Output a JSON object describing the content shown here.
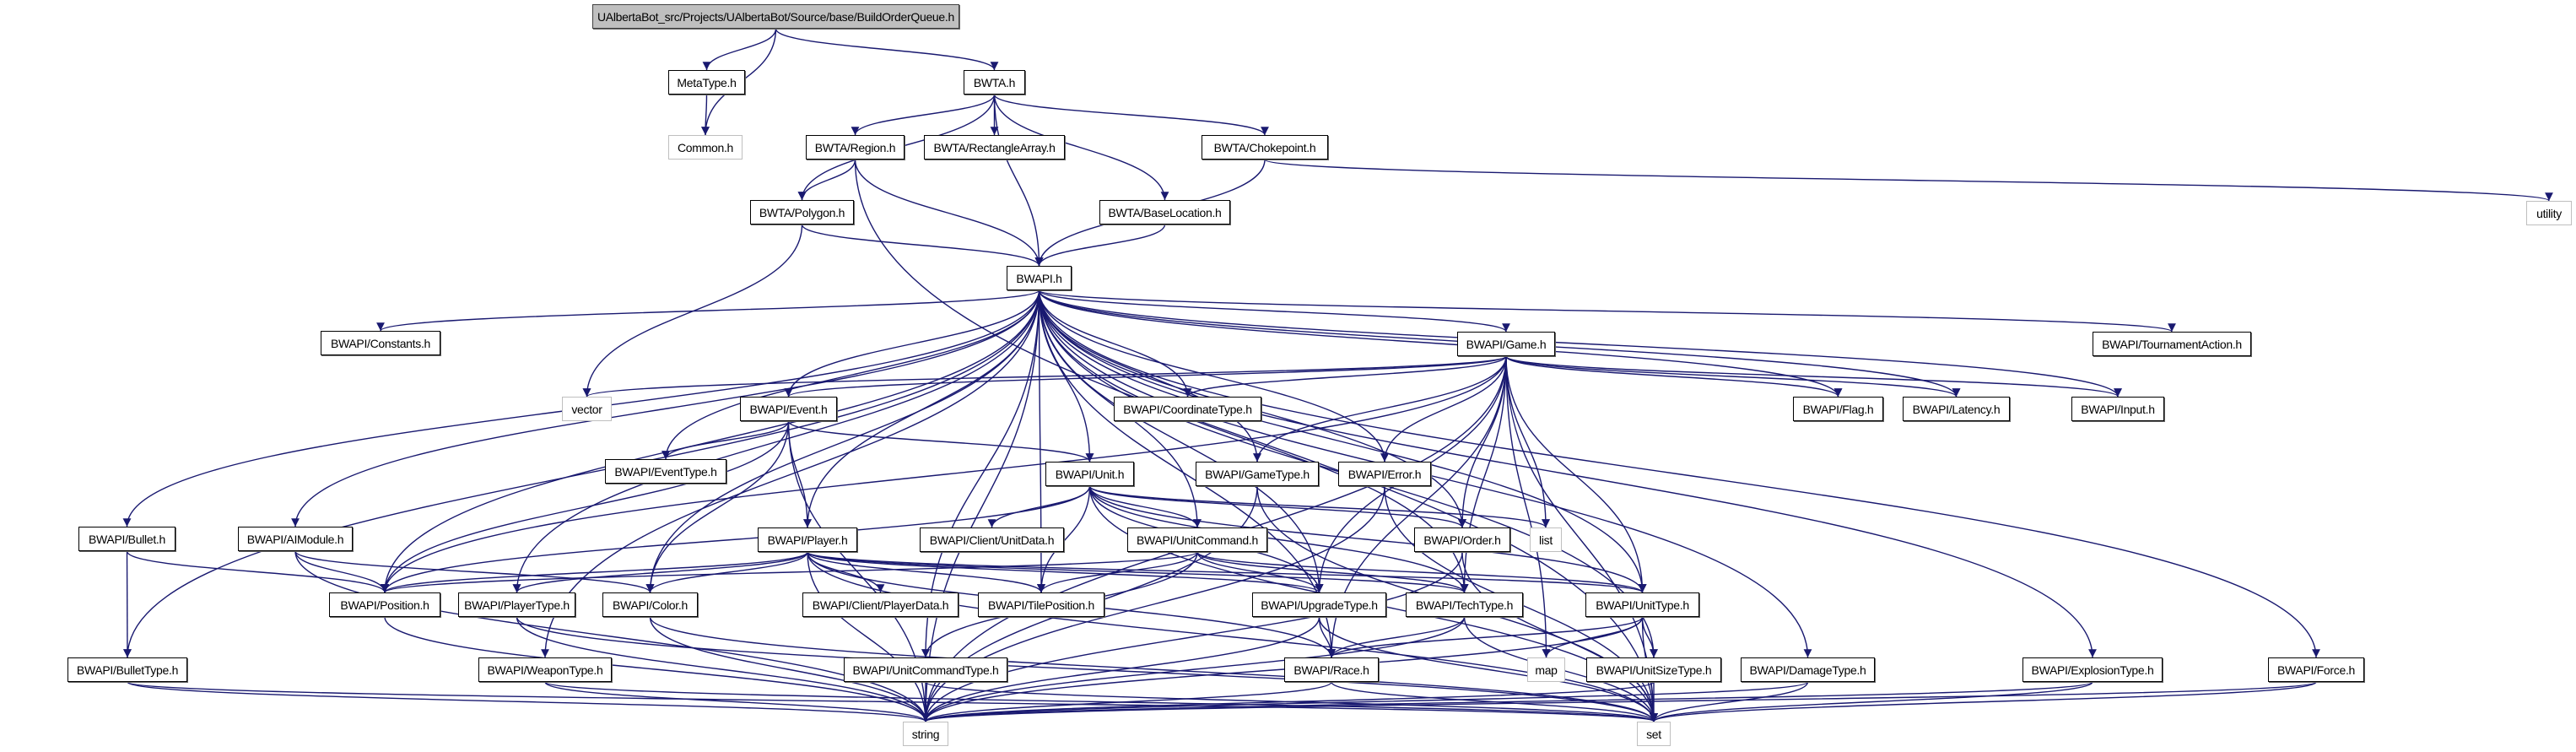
{
  "title": "UAlbertaBot_src/Projects/UAlbertaBot/Source/base/BuildOrderQueue.h",
  "edge_color": "#191970",
  "node_border_color": "#000000",
  "root_fill_color": "#bfbfbf",
  "external_border_color": "#bfbfbf",
  "nodes": {
    "root": "UAlbertaBot_src/Projects/UAlbertaBot/Source/base/BuildOrderQueue.h",
    "metatype": "MetaType.h",
    "common": "Common.h",
    "bwta": "BWTA.h",
    "region": "BWTA/Region.h",
    "rectarray": "BWTA/RectangleArray.h",
    "chokepoint": "BWTA/Chokepoint.h",
    "utility": "utility",
    "polygon": "BWTA/Polygon.h",
    "baselocation": "BWTA/BaseLocation.h",
    "bwapi": "BWAPI.h",
    "constants": "BWAPI/Constants.h",
    "game": "BWAPI/Game.h",
    "tournament": "BWAPI/TournamentAction.h",
    "vector": "vector",
    "event": "BWAPI/Event.h",
    "coordtype": "BWAPI/CoordinateType.h",
    "flag": "BWAPI/Flag.h",
    "latency": "BWAPI/Latency.h",
    "input": "BWAPI/Input.h",
    "eventtype": "BWAPI/EventType.h",
    "unit": "BWAPI/Unit.h",
    "gametype": "BWAPI/GameType.h",
    "error": "BWAPI/Error.h",
    "bullet": "BWAPI/Bullet.h",
    "aimodule": "BWAPI/AIModule.h",
    "player": "BWAPI/Player.h",
    "unitdata": "BWAPI/Client/UnitData.h",
    "unitcommand": "BWAPI/UnitCommand.h",
    "order": "BWAPI/Order.h",
    "list": "list",
    "position": "BWAPI/Position.h",
    "playertype": "BWAPI/PlayerType.h",
    "color": "BWAPI/Color.h",
    "playerdata": "BWAPI/Client/PlayerData.h",
    "tileposition": "BWAPI/TilePosition.h",
    "upgradetype": "BWAPI/UpgradeType.h",
    "techtype": "BWAPI/TechType.h",
    "unittype": "BWAPI/UnitType.h",
    "bullettype": "BWAPI/BulletType.h",
    "weapontype": "BWAPI/WeaponType.h",
    "unitcommandtype": "BWAPI/UnitCommandType.h",
    "race": "BWAPI/Race.h",
    "map": "map",
    "unitsizetype": "BWAPI/UnitSizeType.h",
    "damagetype": "BWAPI/DamageType.h",
    "explosiontype": "BWAPI/ExplosionType.h",
    "force": "BWAPI/Force.h",
    "string": "string",
    "set": "set"
  },
  "edges": [
    [
      "root",
      "metatype"
    ],
    [
      "root",
      "common"
    ],
    [
      "root",
      "bwta"
    ],
    [
      "metatype",
      "common"
    ],
    [
      "bwta",
      "region"
    ],
    [
      "bwta",
      "rectarray"
    ],
    [
      "bwta",
      "chokepoint"
    ],
    [
      "bwta",
      "polygon"
    ],
    [
      "bwta",
      "baselocation"
    ],
    [
      "bwta",
      "bwapi"
    ],
    [
      "region",
      "polygon"
    ],
    [
      "region",
      "bwapi"
    ],
    [
      "region",
      "set"
    ],
    [
      "chokepoint",
      "utility"
    ],
    [
      "chokepoint",
      "bwapi"
    ],
    [
      "polygon",
      "bwapi"
    ],
    [
      "polygon",
      "vector"
    ],
    [
      "baselocation",
      "bwapi"
    ],
    [
      "bwapi",
      "constants"
    ],
    [
      "bwapi",
      "game"
    ],
    [
      "bwapi",
      "tournament"
    ],
    [
      "bwapi",
      "event"
    ],
    [
      "bwapi",
      "coordtype"
    ],
    [
      "bwapi",
      "flag"
    ],
    [
      "bwapi",
      "latency"
    ],
    [
      "bwapi",
      "input"
    ],
    [
      "bwapi",
      "eventtype"
    ],
    [
      "bwapi",
      "unit"
    ],
    [
      "bwapi",
      "gametype"
    ],
    [
      "bwapi",
      "error"
    ],
    [
      "bwapi",
      "bullet"
    ],
    [
      "bwapi",
      "aimodule"
    ],
    [
      "bwapi",
      "player"
    ],
    [
      "bwapi",
      "unitcommand"
    ],
    [
      "bwapi",
      "order"
    ],
    [
      "bwapi",
      "position"
    ],
    [
      "bwapi",
      "playertype"
    ],
    [
      "bwapi",
      "color"
    ],
    [
      "bwapi",
      "tileposition"
    ],
    [
      "bwapi",
      "upgradetype"
    ],
    [
      "bwapi",
      "techtype"
    ],
    [
      "bwapi",
      "unittype"
    ],
    [
      "bwapi",
      "bullettype"
    ],
    [
      "bwapi",
      "weapontype"
    ],
    [
      "bwapi",
      "unitcommandtype"
    ],
    [
      "bwapi",
      "race"
    ],
    [
      "bwapi",
      "unitsizetype"
    ],
    [
      "bwapi",
      "damagetype"
    ],
    [
      "bwapi",
      "explosiontype"
    ],
    [
      "bwapi",
      "force"
    ],
    [
      "bwapi",
      "string"
    ],
    [
      "game",
      "vector"
    ],
    [
      "game",
      "event"
    ],
    [
      "game",
      "coordtype"
    ],
    [
      "game",
      "flag"
    ],
    [
      "game",
      "latency"
    ],
    [
      "game",
      "input"
    ],
    [
      "game",
      "gametype"
    ],
    [
      "game",
      "error"
    ],
    [
      "game",
      "order"
    ],
    [
      "game",
      "list"
    ],
    [
      "game",
      "position"
    ],
    [
      "game",
      "upgradetype"
    ],
    [
      "game",
      "techtype"
    ],
    [
      "game",
      "unittype"
    ],
    [
      "game",
      "race"
    ],
    [
      "game",
      "map"
    ],
    [
      "game",
      "set"
    ],
    [
      "game",
      "string"
    ],
    [
      "event",
      "eventtype"
    ],
    [
      "event",
      "player"
    ],
    [
      "event",
      "unit"
    ],
    [
      "event",
      "position"
    ],
    [
      "event",
      "color"
    ],
    [
      "event",
      "string"
    ],
    [
      "unit",
      "unitdata"
    ],
    [
      "unit",
      "unitcommand"
    ],
    [
      "unit",
      "order"
    ],
    [
      "unit",
      "list"
    ],
    [
      "unit",
      "tileposition"
    ],
    [
      "unit",
      "upgradetype"
    ],
    [
      "unit",
      "techtype"
    ],
    [
      "unit",
      "unittype"
    ],
    [
      "unit",
      "position"
    ],
    [
      "unit",
      "set"
    ],
    [
      "gametype",
      "string"
    ],
    [
      "gametype",
      "set"
    ],
    [
      "error",
      "string"
    ],
    [
      "error",
      "set"
    ],
    [
      "bullet",
      "position"
    ],
    [
      "bullet",
      "bullettype"
    ],
    [
      "aimodule",
      "position"
    ],
    [
      "aimodule",
      "color"
    ],
    [
      "aimodule",
      "string"
    ],
    [
      "player",
      "playerdata"
    ],
    [
      "player",
      "tileposition"
    ],
    [
      "player",
      "position"
    ],
    [
      "player",
      "playertype"
    ],
    [
      "player",
      "color"
    ],
    [
      "player",
      "upgradetype"
    ],
    [
      "player",
      "techtype"
    ],
    [
      "player",
      "unittype"
    ],
    [
      "player",
      "race"
    ],
    [
      "player",
      "string"
    ],
    [
      "player",
      "set"
    ],
    [
      "unitcommand",
      "unitcommandtype"
    ],
    [
      "unitcommand",
      "tileposition"
    ],
    [
      "unitcommand",
      "position"
    ],
    [
      "unitcommand",
      "upgradetype"
    ],
    [
      "unitcommand",
      "techtype"
    ],
    [
      "unitcommand",
      "unittype"
    ],
    [
      "order",
      "string"
    ],
    [
      "order",
      "set"
    ],
    [
      "position",
      "string"
    ],
    [
      "playertype",
      "string"
    ],
    [
      "playertype",
      "set"
    ],
    [
      "color",
      "string"
    ],
    [
      "color",
      "set"
    ],
    [
      "upgradetype",
      "race"
    ],
    [
      "upgradetype",
      "string"
    ],
    [
      "upgradetype",
      "set"
    ],
    [
      "techtype",
      "race"
    ],
    [
      "techtype",
      "string"
    ],
    [
      "techtype",
      "set"
    ],
    [
      "unittype",
      "race"
    ],
    [
      "unittype",
      "unitsizetype"
    ],
    [
      "unittype",
      "map"
    ],
    [
      "unittype",
      "string"
    ],
    [
      "unittype",
      "set"
    ],
    [
      "bullettype",
      "string"
    ],
    [
      "bullettype",
      "set"
    ],
    [
      "weapontype",
      "string"
    ],
    [
      "weapontype",
      "set"
    ],
    [
      "unitcommandtype",
      "string"
    ],
    [
      "unitcommandtype",
      "set"
    ],
    [
      "race",
      "string"
    ],
    [
      "race",
      "set"
    ],
    [
      "unitsizetype",
      "string"
    ],
    [
      "unitsizetype",
      "set"
    ],
    [
      "damagetype",
      "string"
    ],
    [
      "damagetype",
      "set"
    ],
    [
      "explosiontype",
      "string"
    ],
    [
      "explosiontype",
      "set"
    ],
    [
      "force",
      "string"
    ],
    [
      "force",
      "set"
    ]
  ]
}
